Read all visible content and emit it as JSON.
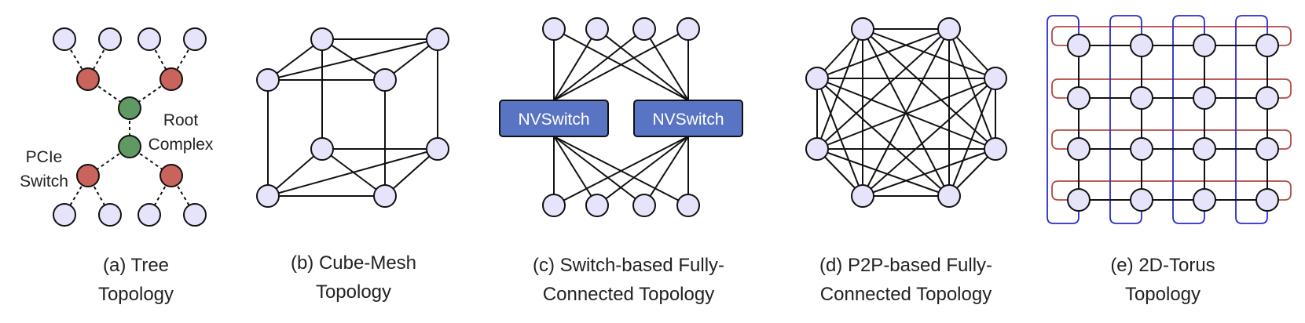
{
  "colors": {
    "gpu_node": "#e6e4fa",
    "pcie_switch_node": "#c8645c",
    "root_complex_node": "#5f9a64",
    "nvswitch_box": "#5a74c4",
    "torus_row_wrap": "#b04a44",
    "torus_col_wrap": "#2a2ad0"
  },
  "tree": {
    "caption_line1": "(a) Tree",
    "caption_line2": "Topology",
    "root_label_line1": "Root",
    "root_label_line2": "Complex",
    "pcie_label_line1": "PCIe",
    "pcie_label_line2": "Switch"
  },
  "cube": {
    "caption_line1": "(b) Cube-Mesh",
    "caption_line2": "Topology"
  },
  "switch": {
    "caption_line1": "(c) Switch-based Fully-",
    "caption_line2": "Connected Topology",
    "left_switch": "NVSwitch",
    "right_switch": "NVSwitch"
  },
  "p2p": {
    "caption_line1": "(d) P2P-based Fully-",
    "caption_line2": "Connected Topology"
  },
  "torus": {
    "caption_line1": "(e) 2D-Torus",
    "caption_line2": "Topology"
  }
}
